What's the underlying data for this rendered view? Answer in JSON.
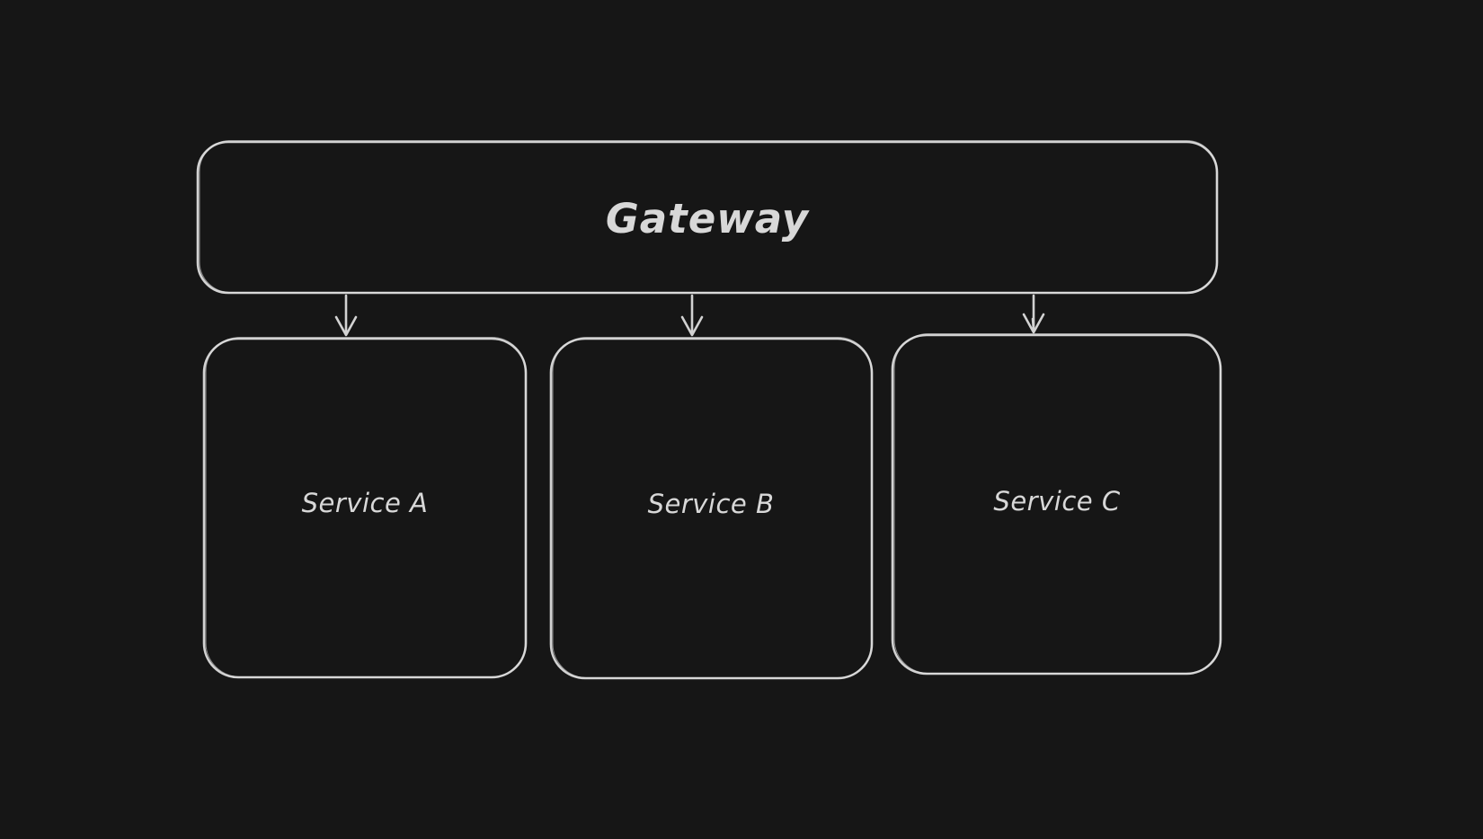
{
  "canvas": {
    "background_color": "#161616",
    "stroke_color": "#d2d2d2",
    "text_color": "#d8d8d8"
  },
  "diagram": {
    "gateway": {
      "label": "Gateway"
    },
    "services": [
      {
        "label": "Service A"
      },
      {
        "label": "Service B"
      },
      {
        "label": "Service C"
      }
    ],
    "connections": [
      {
        "from": "Gateway",
        "to": "Service A"
      },
      {
        "from": "Gateway",
        "to": "Service B"
      },
      {
        "from": "Gateway",
        "to": "Service C"
      }
    ]
  }
}
